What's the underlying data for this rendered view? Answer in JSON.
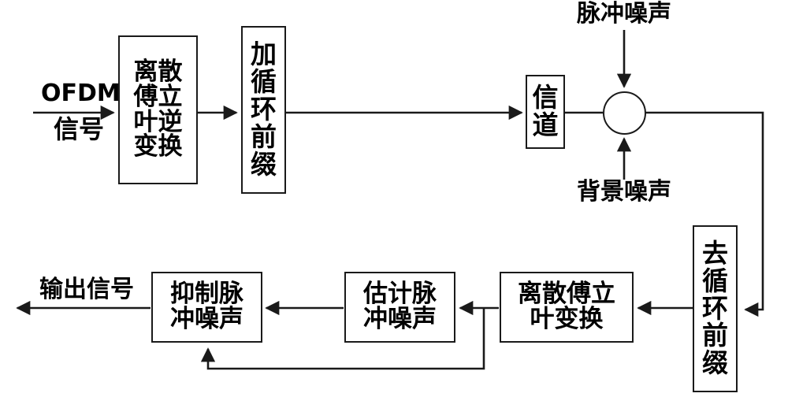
{
  "diagram": {
    "title": "OFDM系统脉冲噪声抑制框图",
    "type": "block-diagram",
    "background_color": "#ffffff",
    "line_color": "#1a1a1a",
    "text_color": "#000000"
  },
  "blocks": {
    "idft": {
      "lines": [
        "离散",
        "傅立",
        "叶逆",
        "变换"
      ],
      "text": "离散傅立叶逆变换"
    },
    "add_cp": {
      "lines": [
        "加",
        "循",
        "环",
        "前",
        "缀"
      ],
      "text": "加循环前缀"
    },
    "channel": {
      "lines": [
        "信",
        "道"
      ],
      "text": "信道"
    },
    "remove_cp": {
      "lines": [
        "去",
        "循",
        "环",
        "前",
        "缀"
      ],
      "text": "去循环前缀"
    },
    "dft": {
      "lines": [
        "离散傅立",
        "叶变换"
      ],
      "text": "离散傅立叶变换"
    },
    "estimate_impulse_noise": {
      "lines": [
        "估计脉",
        "冲噪声"
      ],
      "text": "估计脉冲噪声"
    },
    "suppress_impulse_noise": {
      "lines": [
        "抑制脉",
        "冲噪声"
      ],
      "text": "抑制脉冲噪声"
    }
  },
  "labels": {
    "ofdm_signal_line1": "OFDM",
    "ofdm_signal_line2": "信号",
    "impulse_noise": "脉冲噪声",
    "background_noise": "背景噪声",
    "output_signal": "输出信号"
  },
  "junction": {
    "name": "summing-junction",
    "shape": "circle",
    "inputs": [
      "impulse-noise",
      "background-noise",
      "channel-output"
    ]
  },
  "connections": [
    {
      "from": "ofdm-signal-input",
      "to": "idft",
      "direction": "right"
    },
    {
      "from": "idft",
      "to": "add-cp",
      "direction": "right"
    },
    {
      "from": "add-cp",
      "to": "channel",
      "direction": "right"
    },
    {
      "from": "channel",
      "to": "summing-junction",
      "direction": "right"
    },
    {
      "from": "impulse-noise",
      "to": "summing-junction",
      "direction": "down"
    },
    {
      "from": "background-noise",
      "to": "summing-junction",
      "direction": "up"
    },
    {
      "from": "summing-junction",
      "to": "remove-cp",
      "direction": "down-left"
    },
    {
      "from": "remove-cp",
      "to": "dft",
      "direction": "left"
    },
    {
      "from": "dft",
      "to": "estimate-impulse-noise",
      "direction": "left"
    },
    {
      "from": "estimate-impulse-noise",
      "to": "suppress-impulse-noise",
      "direction": "left"
    },
    {
      "from": "dft",
      "to": "suppress-impulse-noise",
      "direction": "feedback-loop"
    },
    {
      "from": "suppress-impulse-noise",
      "to": "output-signal",
      "direction": "left"
    }
  ]
}
